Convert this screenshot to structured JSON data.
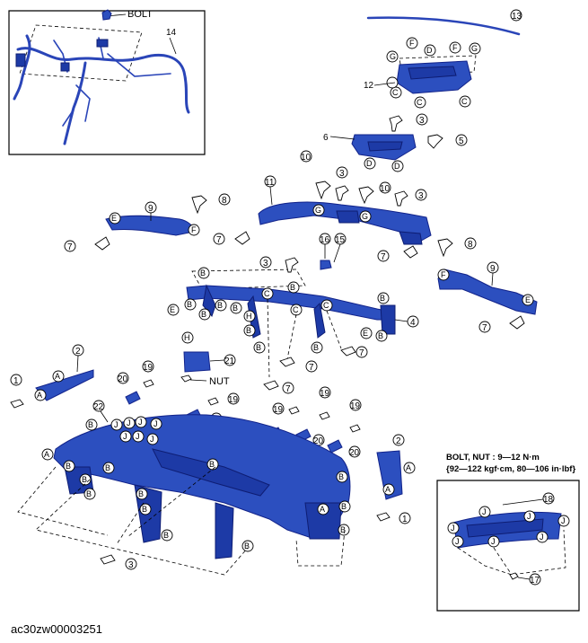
{
  "labels": {
    "bolt_top": "BOLT",
    "nut": "NUT",
    "torque_line1": "BOLT, NUT : 9—12 N·m",
    "torque_line2": "{92—122 kgf·cm,  80—106 in·lbf}",
    "figure_code": "ac30zw00003251"
  },
  "parts": [
    "1",
    "2",
    "3",
    "4",
    "5",
    "6",
    "7",
    "8",
    "9",
    "10",
    "11",
    "12",
    "13",
    "14",
    "15",
    "16",
    "17",
    "18",
    "19",
    "20",
    "21",
    "22"
  ],
  "letters": [
    "A",
    "B",
    "C",
    "D",
    "E",
    "F",
    "G",
    "H",
    "J"
  ],
  "colors": {
    "part": "#2c4fbf",
    "part_dark": "#1d3aa6",
    "outline": "#000000"
  }
}
